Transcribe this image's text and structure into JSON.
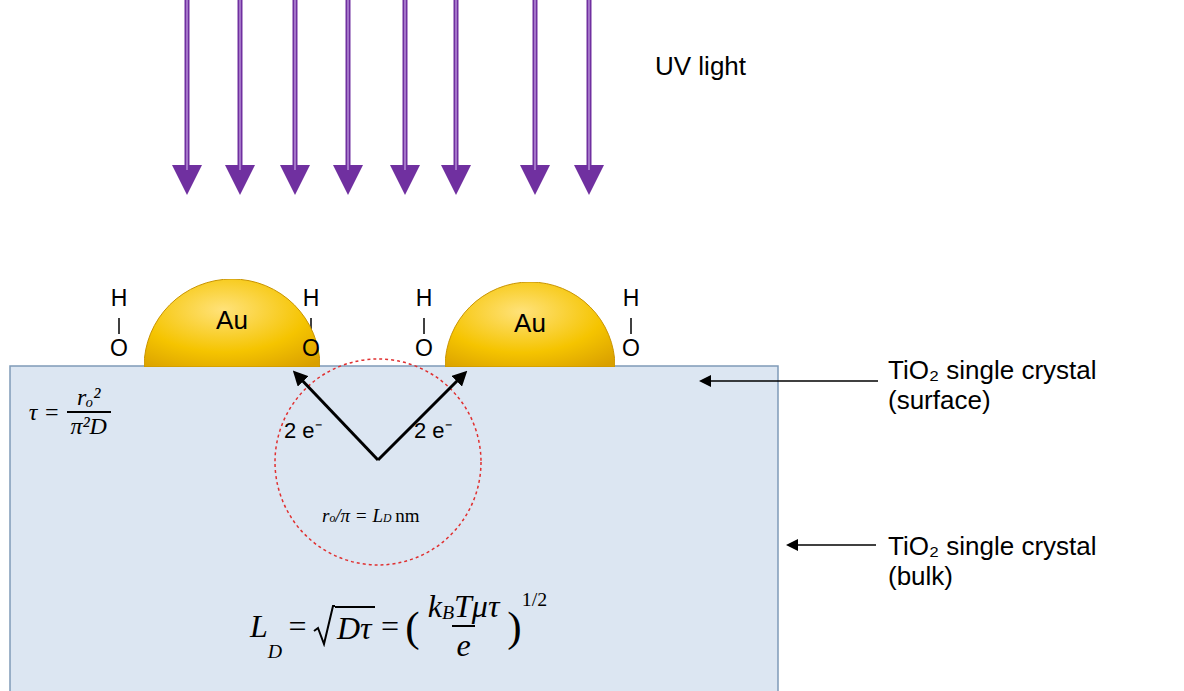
{
  "diagram": {
    "nodes": [
      {
        "text": [
          "Au"
        ]
      },
      {
        "text": [
          "Au"
        ]
      }
    ],
    "labels": [
      "UV light",
      "H",
      "O",
      "H",
      "O",
      "H",
      "O",
      "H",
      "O",
      "TiO₂ single crystal (surface)",
      "TiO₂ single crystal (bulk)",
      "2 e⁻",
      "2 e⁻",
      "r",
      "o",
      "/π = L",
      "D",
      "nm",
      "τ =",
      "rₒ²",
      "π²D",
      "L",
      "D",
      "=",
      "Dτ",
      "=",
      "(",
      "k",
      "B",
      "Tμτ",
      "e",
      ")",
      "1/2"
    ]
  }
}
